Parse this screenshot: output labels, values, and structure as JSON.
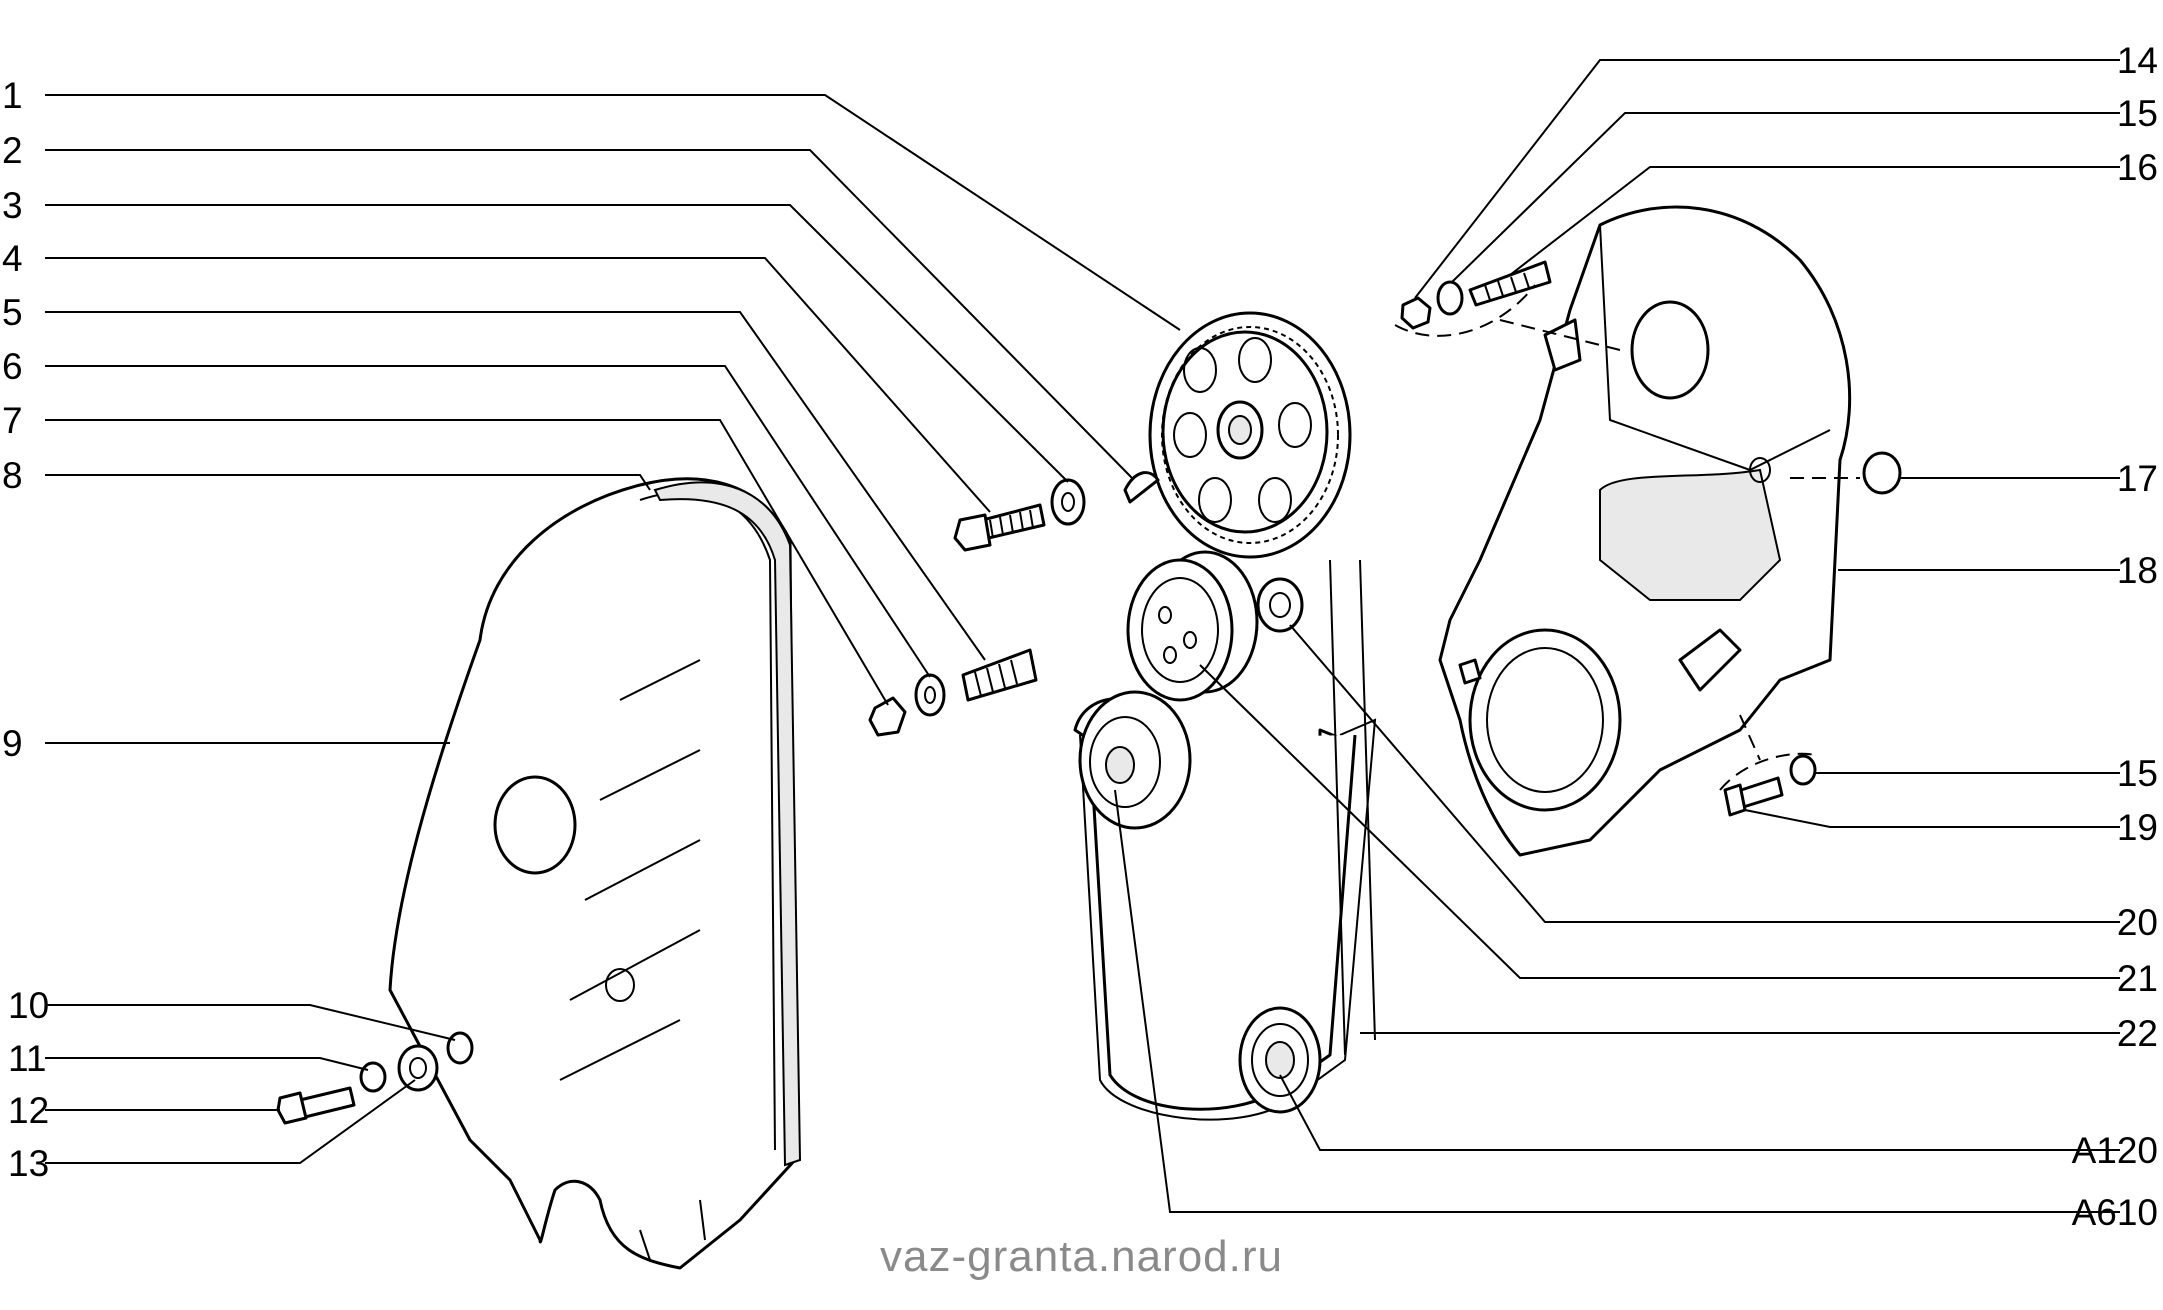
{
  "diagram": {
    "callouts_left": [
      "1",
      "2",
      "3",
      "4",
      "5",
      "6",
      "7",
      "8",
      "9",
      "10",
      "11",
      "12",
      "13"
    ],
    "callouts_right": [
      "14",
      "15",
      "16",
      "17",
      "18",
      "15",
      "19",
      "20",
      "21",
      "22",
      "A120",
      "A610"
    ],
    "parts": [
      {
        "id": "timing-belt-front-cover"
      },
      {
        "id": "camshaft-pulley"
      },
      {
        "id": "tensioner-roller"
      },
      {
        "id": "crankshaft-pulley"
      },
      {
        "id": "timing-belt"
      },
      {
        "id": "rear-cover"
      }
    ]
  },
  "watermark": "vaz-granta.narod.ru"
}
